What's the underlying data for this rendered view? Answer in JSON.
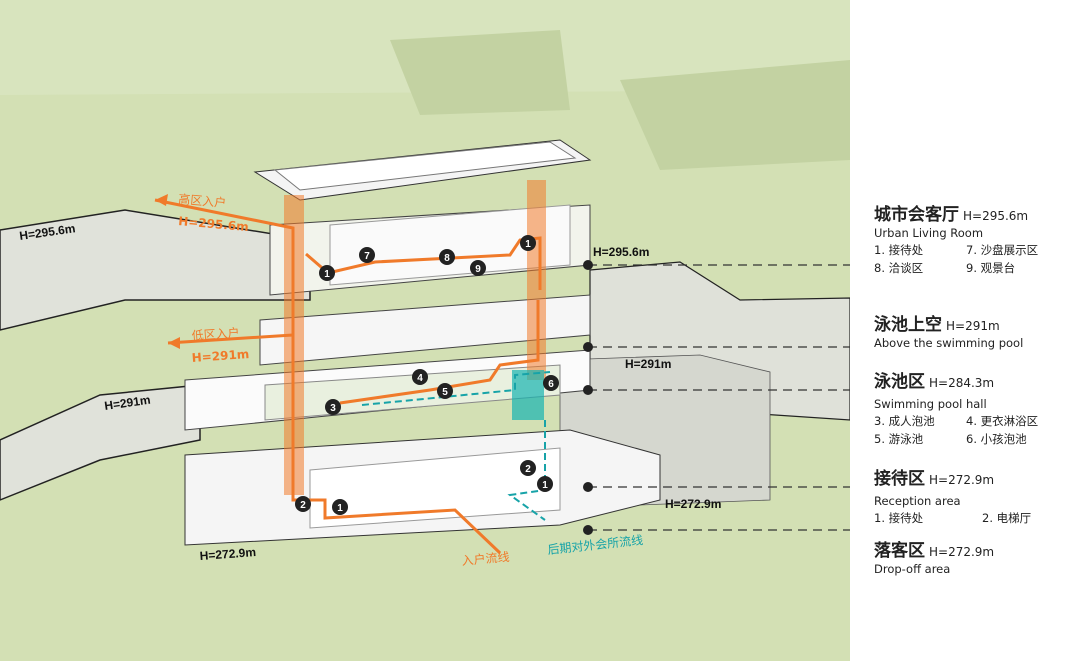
{
  "levels": {
    "urban_living_room": {
      "title_cn": "城市会客厅",
      "height": "H=295.6m",
      "title_en": "Urban Living Room",
      "items": [
        "1. 接待处",
        "7. 沙盘展示区",
        "8. 洽谈区",
        "9. 观景台"
      ]
    },
    "above_pool": {
      "title_cn": "泳池上空",
      "height": "H=291m",
      "title_en": "Above the swimming pool"
    },
    "pool_hall": {
      "title_cn": "泳池区",
      "height": "H=284.3m",
      "title_en": "Swimming pool hall",
      "items": [
        "3. 成人泡池",
        "4. 更衣淋浴区",
        "5. 游泳池",
        "6. 小孩泡池"
      ]
    },
    "reception": {
      "title_cn": "接待区",
      "height": "H=272.9m",
      "title_en": "Reception area",
      "items": [
        "1. 接待处",
        "2. 电梯厅"
      ]
    },
    "dropoff": {
      "title_cn": "落客区",
      "height": "H=272.9m",
      "title_en": "Drop-off area"
    }
  },
  "diagram_labels": {
    "elev_left_high": "H=295.6m",
    "elev_left_mid": "H=291m",
    "elev_left_low": "H=272.9m",
    "elev_right_high": "H=295.6m",
    "elev_right_mid": "H=291m",
    "elev_right_low": "H=272.9m",
    "high_entry": "高区入户",
    "high_entry_h": "H=295.6m",
    "low_entry": "低区入户",
    "low_entry_h": "H=291m",
    "entry_flow": "入户流线",
    "club_flow": "后期对外会所流线"
  },
  "markers": [
    "1",
    "7",
    "8",
    "9",
    "1",
    "4",
    "5",
    "3",
    "6",
    "2",
    "1",
    "2",
    "1"
  ],
  "colors": {
    "orange": "#f07a2a",
    "teal": "#17a3a8",
    "ground": "#d3e0b4"
  }
}
